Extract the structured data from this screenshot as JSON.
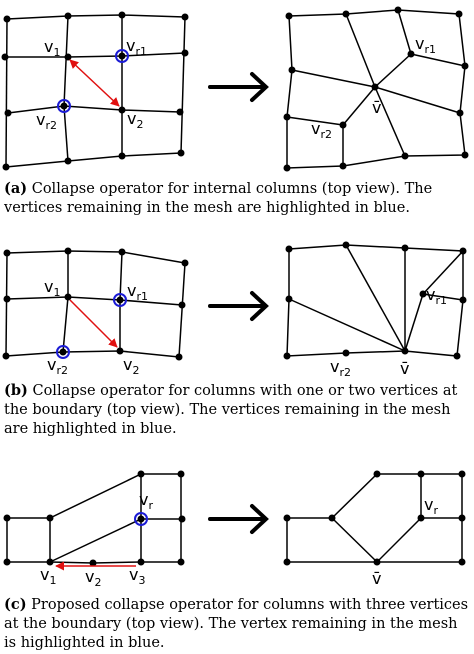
{
  "panels": [
    {
      "caption_tag": "(a)",
      "caption_text": "Collapse operator for internal columns (top view). The vertices remaining in the mesh are highlighted in blue.",
      "labels": {
        "v1": {
          "base": "v",
          "sub": "1"
        },
        "vr1": {
          "base": "v",
          "sub": "r1"
        },
        "vr2": {
          "base": "v",
          "sub": "r2"
        },
        "v2": {
          "base": "v",
          "sub": "2"
        },
        "vbar": "v̄",
        "vr1_after": {
          "base": "v",
          "sub": "r1"
        },
        "vr2_after": {
          "base": "v",
          "sub": "r2"
        }
      }
    },
    {
      "caption_tag": "(b)",
      "caption_text": "Collapse operator for columns with one or two vertices at the boundary (top view). The vertices remaining in the mesh are highlighted in blue.",
      "labels": {
        "v1": {
          "base": "v",
          "sub": "1"
        },
        "vr1": {
          "base": "v",
          "sub": "r1"
        },
        "vr2": {
          "base": "v",
          "sub": "r2"
        },
        "v2": {
          "base": "v",
          "sub": "2"
        },
        "vbar": "v̄",
        "vr1_after": {
          "base": "v",
          "sub": "r1"
        },
        "vr2_after": {
          "base": "v",
          "sub": "r2"
        }
      }
    },
    {
      "caption_tag": "(c)",
      "caption_text": "Proposed collapse operator for columns with three vertices at the boundary (top view). The vertex remaining in the mesh is highlighted in blue.",
      "labels": {
        "vr": {
          "base": "v",
          "sub": "r"
        },
        "v1": {
          "base": "v",
          "sub": "1"
        },
        "v2": {
          "base": "v",
          "sub": "2"
        },
        "v3": {
          "base": "v",
          "sub": "3"
        },
        "vr_after": {
          "base": "v",
          "sub": "r"
        },
        "vbar": "v̄"
      }
    }
  ],
  "colors": {
    "edge": "#000000",
    "highlight": "#1b1bd4",
    "collapse_arrow": "#e01010"
  }
}
